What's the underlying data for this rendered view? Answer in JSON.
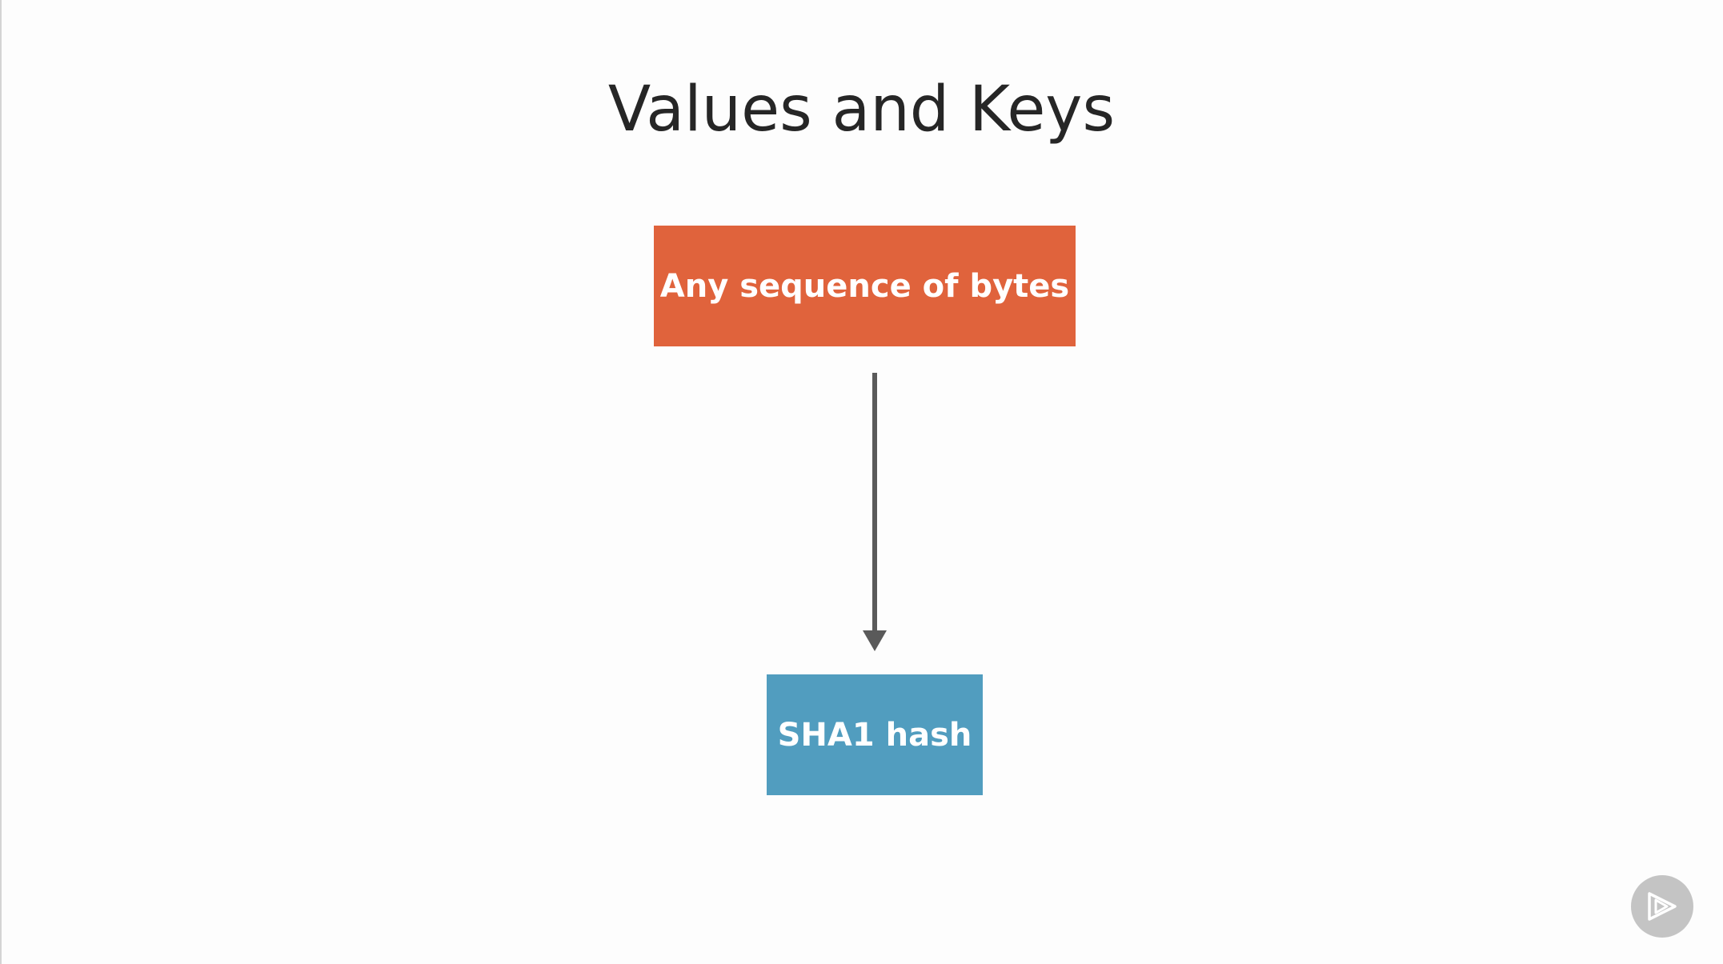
{
  "slide": {
    "title": "Values and Keys"
  },
  "diagram": {
    "source_box": {
      "label": "Any sequence of bytes",
      "color": "#e0633c"
    },
    "target_box": {
      "label": "SHA1 hash",
      "color": "#519dbf"
    },
    "connector": {
      "color": "#5a5a5a",
      "direction": "down"
    }
  },
  "player": {
    "icon": "play-logo-icon"
  }
}
